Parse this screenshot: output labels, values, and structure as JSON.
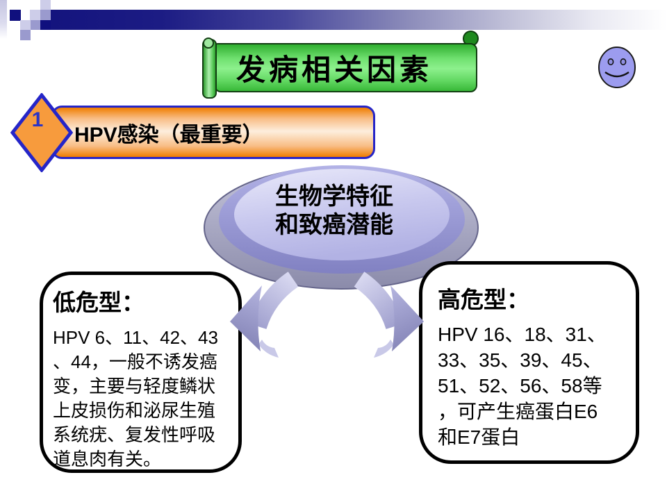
{
  "title_banner": {
    "text": "发病相关因素"
  },
  "numbered_point": {
    "number": "1",
    "label": "HPV感染（最重要）"
  },
  "center_ellipse": {
    "lines": [
      "生物学特征",
      "和致癌潜能"
    ]
  },
  "boxes": {
    "low_risk": {
      "title": "低危型：",
      "body_lines": [
        "HPV 6、11、42、43",
        "、44，一般不诱发癌",
        "变，主要与轻度鳞状",
        "上皮损伤和泌尿生殖",
        "系统疣、复发性呼吸",
        "道息肉有关。"
      ]
    },
    "high_risk": {
      "title": "高危型：",
      "body_lines": [
        "HPV 16、18、31、",
        "33、35、39、45、",
        "51、52、56、58等",
        "，可产生癌蛋白E6",
        "和E7蛋白"
      ]
    }
  },
  "icons": {
    "smiley": "smiley-face",
    "scroll": "banner-scroll",
    "arrows": "curved-arrows"
  },
  "colors": {
    "header_navy": "#14147E",
    "scroll_green_light": "#8DF08D",
    "scroll_green_dark": "#2FAE2F",
    "banner_orange_edge": "#EF7D00",
    "banner_orange_center": "#FDEEDD",
    "diamond_orange": "#F79B3D",
    "blue_border": "#2525C8",
    "disc_purple": "#A9A9DE",
    "arrow_purple": "#9A9ACD",
    "smiley_fill": "#9C9CEF",
    "text_black": "#000000"
  }
}
